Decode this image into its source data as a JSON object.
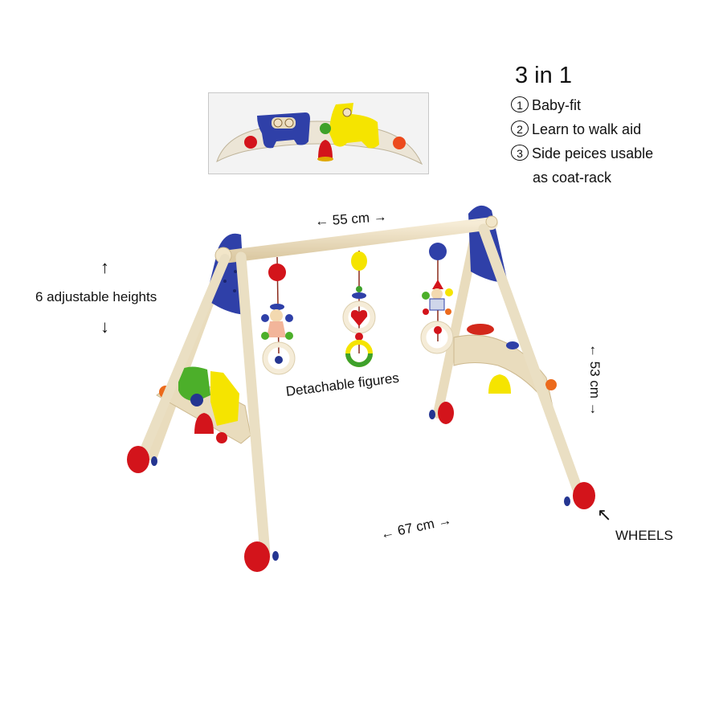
{
  "headline": "3 in 1",
  "features": [
    {
      "num": "1",
      "text": "Baby-fit"
    },
    {
      "num": "2",
      "text": "Learn to walk aid"
    },
    {
      "num": "3",
      "text": "Side peices usable",
      "continuation": "as coat-rack"
    }
  ],
  "annotations": {
    "width_top": "55 cm",
    "height_side": "53 cm",
    "depth_bottom": "67 cm",
    "adjustable": "6 adjustable heights",
    "figures": "Detachable figures",
    "wheels": "WHEELS"
  },
  "arrows": {
    "up": "↑",
    "down": "↓",
    "left": "←",
    "right": "→",
    "up_left": "↖"
  },
  "colors": {
    "wood": "#efe3c9",
    "wood_shade": "#d9c7a2",
    "blue": "#2f40a8",
    "red": "#d3141b",
    "yellow": "#f5e400",
    "green": "#4caf2a",
    "orange": "#ec6a1c",
    "inset_bg": "#f3f3f3"
  },
  "inset": {
    "description": "side piece with blue and yellow train cars, green bead and red bell"
  }
}
